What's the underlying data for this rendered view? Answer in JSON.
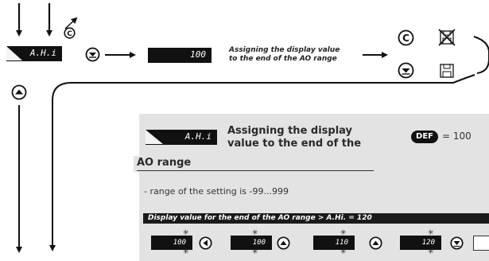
{
  "top": {
    "display1": "A.H.i",
    "display2": "100",
    "caption": "Assigning the display value to the end of the AO range"
  },
  "panel": {
    "display": "A.H.i",
    "heading_line1": "Assigning the display",
    "heading_line2": "value to the end of the",
    "heading_line3": "AO range",
    "def_label": "DEF",
    "def_value": "= 100",
    "bullet": "-  range of the setting is  -99...999",
    "bar": "Display value for the end of the AO range > A.Hi. = 120",
    "steps": [
      "100",
      "100",
      "110",
      "120"
    ]
  },
  "icons": [
    "down-arrow-icon",
    "c-button-icon",
    "up-button-icon",
    "down-button-icon",
    "left-button-icon",
    "no-save-icon",
    "save-icon"
  ],
  "colors": {
    "display_bg": "#111111",
    "panel_bg": "#e3e3e3",
    "bar_bg": "#1a1a1a"
  }
}
